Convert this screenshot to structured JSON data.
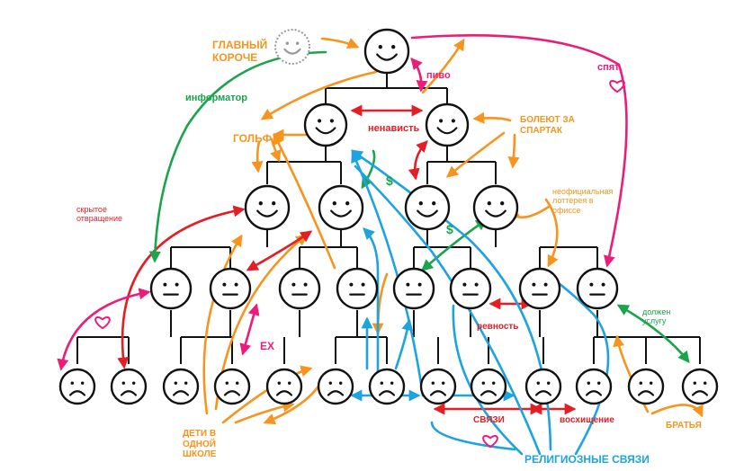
{
  "colors": {
    "orange": "#f7941d",
    "red": "#e31e24",
    "green": "#1aa44b",
    "blue": "#1ca3e0",
    "pink": "#ec1c79",
    "ink": "#111111",
    "ghost": "#999999"
  },
  "labels": {
    "boss": "ГЛАВНЫЙ\nКОРОЧЕ",
    "informer": "информатор",
    "beer": "пиво",
    "sleep": "спят",
    "hatred": "ненависть",
    "golf": "ГОЛЬФ",
    "spartak": "БОЛЕЮТ ЗА\nСПАРТАК",
    "hidden_disgust": "скрытое\nотвращение",
    "lottery": "неофициальная\nлоттерея в\nофиссе",
    "dollar_1": "$",
    "dollar_2": "$",
    "owes_favor": "должен\nуслугу",
    "jealousy": "ревность",
    "ex": "EX",
    "same_school": "ДЕТИ В\nОДНОЙ\nШКОЛЕ",
    "connections": "СВЯЗИ",
    "admiration": "восхищение",
    "brothers": "БРАТЬЯ",
    "religious": "РЕЛИГИОЗНЫЕ СВЯЗИ"
  },
  "icons": {
    "happy": "happy-face-icon",
    "neutral": "neutral-face-icon",
    "sad": "sad-face-icon",
    "heart": "heart-icon"
  }
}
